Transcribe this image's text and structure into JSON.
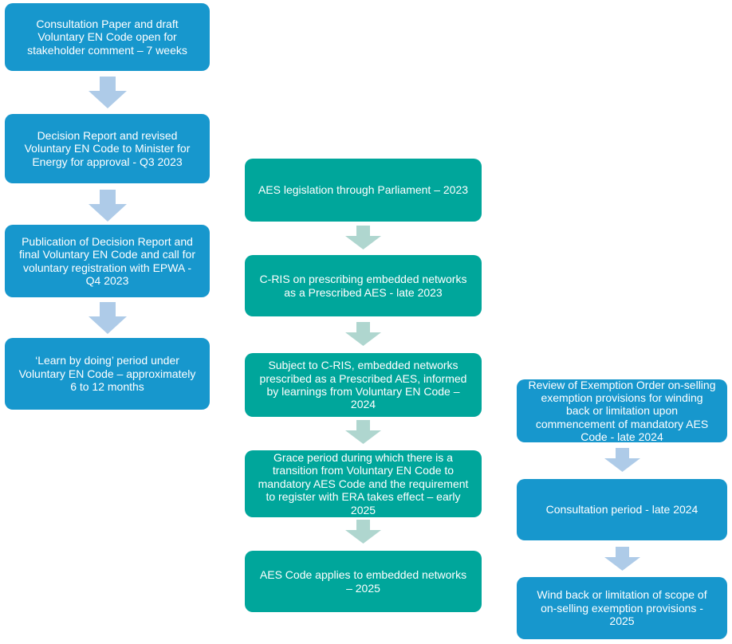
{
  "colors": {
    "blue_box": "#1797CD",
    "teal_box": "#00A69B",
    "blue_arrow": "#AECBE8",
    "teal_arrow": "#AFD6CF",
    "text": "#FFFFFF",
    "background": "#FFFFFF"
  },
  "diagram": {
    "type": "flowchart-timeline",
    "columns": [
      {
        "name": "voluntary-en-code-stream",
        "theme": "blue",
        "boxes": [
          {
            "label": "Consultation Paper and draft Voluntary EN Code open for stakeholder comment – 7 weeks"
          },
          {
            "label": "Decision Report and revised Voluntary EN Code to Minister for Energy for approval - Q3 2023"
          },
          {
            "label": "Publication of Decision Report and final Voluntary EN Code and call for voluntary registration with EPWA - Q4 2023"
          },
          {
            "label": "‘Learn by doing’ period under Voluntary EN Code – approximately 6 to 12 months"
          }
        ]
      },
      {
        "name": "aes-legislation-stream",
        "theme": "teal",
        "boxes": [
          {
            "label": "AES legislation through Parliament – 2023"
          },
          {
            "label": "C-RIS on prescribing embedded networks as a Prescribed AES - late 2023"
          },
          {
            "label": "Subject to C-RIS, embedded networks prescribed as a Prescribed AES, informed by learnings from Voluntary EN Code – 2024"
          },
          {
            "label": "Grace period during which there is a transition from Voluntary EN Code to mandatory AES Code and the requirement to register with ERA takes effect – early 2025"
          },
          {
            "label": "AES Code applies to embedded networks – 2025"
          }
        ]
      },
      {
        "name": "exemption-order-stream",
        "theme": "blue",
        "boxes": [
          {
            "label": "Review of Exemption Order on-selling exemption provisions for winding back or limitation upon commencement of mandatory AES Code - late 2024"
          },
          {
            "label": "Consultation period - late 2024"
          },
          {
            "label": "Wind back or limitation of scope of on-selling exemption provisions - 2025"
          }
        ]
      }
    ]
  }
}
